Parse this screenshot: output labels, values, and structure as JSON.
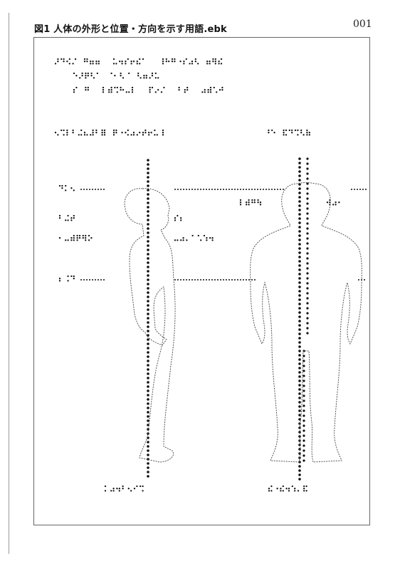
{
  "document": {
    "title": "図1 人体の外形と位置・方向を示す用語.ebk",
    "page_number": "001"
  },
  "figure": {
    "braille_color": "#111111",
    "outline_color": "#555555",
    "content": "braille-tactile-figure"
  }
}
